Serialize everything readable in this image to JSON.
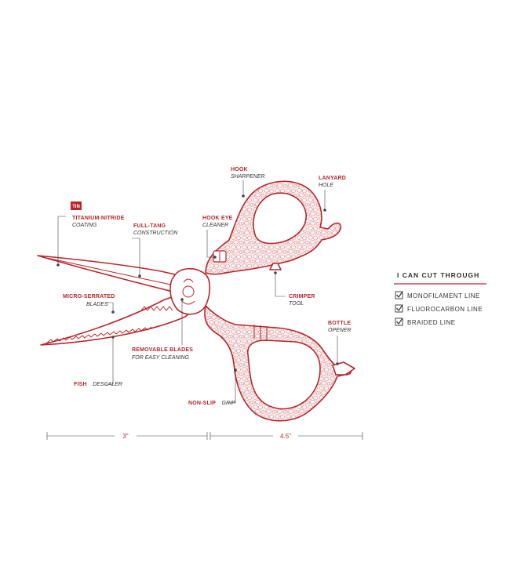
{
  "badge": {
    "text": "TiN"
  },
  "callouts": {
    "titanium": {
      "title": "TITANIUM-NITRIDE",
      "sub": "COATING"
    },
    "fulltang": {
      "title": "FULL-TANG",
      "sub": "CONSTRUCTION"
    },
    "hook": {
      "title": "HOOK",
      "sub": "SHARPENER"
    },
    "lanyard": {
      "title": "LANYARD",
      "sub": "HOLE"
    },
    "hookeye": {
      "title": "HOOK EYE",
      "sub": "CLEANER"
    },
    "serrated": {
      "title": "MICRO-SERRATED",
      "sub": "BLADES"
    },
    "crimper": {
      "title": "CRIMPER",
      "sub": "TOOL"
    },
    "bottle": {
      "title": "BOTTLE",
      "sub": "OPENER"
    },
    "removable": {
      "title": "REMOVABLE BLADES",
      "sub": "FOR EASY CLEANING"
    },
    "fish": {
      "title": "FISH",
      "sub": "DESCALER"
    },
    "grip": {
      "title": "NON-SLIP",
      "sub": "GRIP"
    }
  },
  "dimensions": {
    "left": "3\"",
    "right": "4.5\""
  },
  "panel": {
    "title": "I CAN CUT THROUGH",
    "items": [
      {
        "label": "MONOFILAMENT LINE",
        "checked": true
      },
      {
        "label": "FLUOROCARBON LINE",
        "checked": true
      },
      {
        "label": "BRAIDED LINE",
        "checked": true
      }
    ]
  },
  "colors": {
    "accent": "#b8262b",
    "text": "#333333",
    "line": "#444444"
  }
}
